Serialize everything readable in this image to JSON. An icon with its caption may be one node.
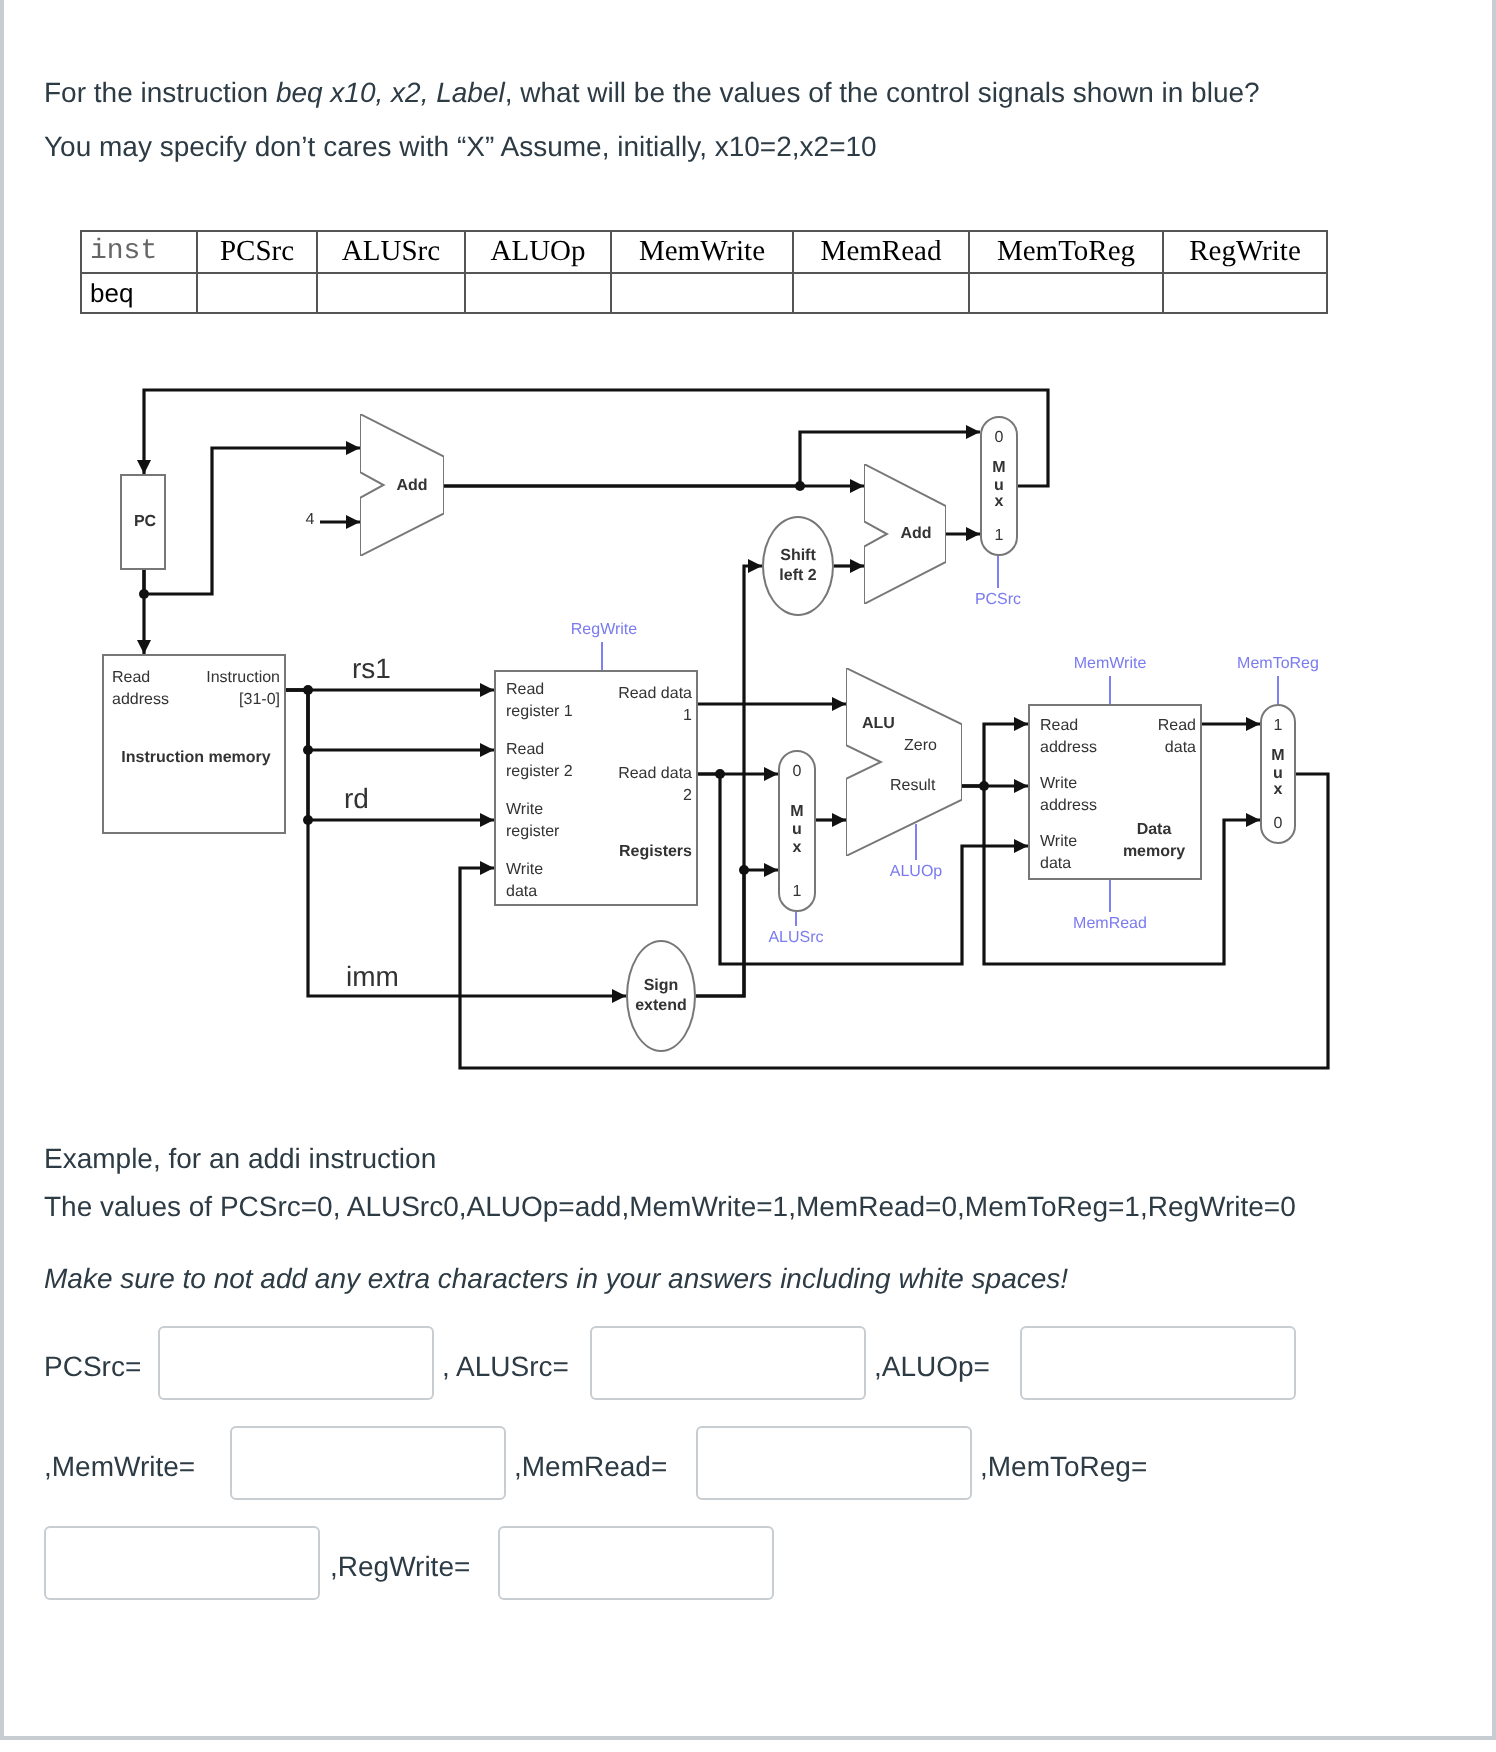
{
  "diagram": {
    "nodes": [
      {
        "text": [
          "PC"
        ]
      },
      {
        "text": [
          "Add"
        ]
      },
      {
        "text": [
          "4"
        ]
      },
      {
        "text": [
          "Add"
        ]
      },
      {
        "text": [
          "Shift left 2"
        ]
      },
      {
        "text": [
          "0",
          "Mux",
          "1"
        ]
      },
      {
        "text": [
          "PCSrc"
        ]
      },
      {
        "text": [
          "Read address",
          "Instruction [31-0]",
          "Instruction memory"
        ]
      },
      {
        "text": [
          "Read register 1",
          "Read data 1",
          "Read register 2",
          "Read data 2",
          "Write register",
          "Write data",
          "Registers"
        ]
      },
      {
        "text": [
          "RegWrite"
        ]
      },
      {
        "text": [
          "Sign extend"
        ]
      },
      {
        "text": [
          "0",
          "Mux",
          "1"
        ]
      },
      {
        "text": [
          "ALUSrc"
        ]
      },
      {
        "text": [
          "ALU",
          "Zero",
          "Result"
        ]
      },
      {
        "text": [
          "ALUOp"
        ]
      },
      {
        "text": [
          "Read address",
          "Read data",
          "Write address",
          "Write data",
          "Data memory"
        ]
      },
      {
        "text": [
          "MemWrite"
        ]
      },
      {
        "text": [
          "MemRead"
        ]
      },
      {
        "text": [
          "1",
          "Mux",
          "0"
        ]
      },
      {
        "text": [
          "MemToReg"
        ]
      }
    ],
    "edges": [
      {
        "from": 5,
        "to": 0,
        "arrow": "to"
      },
      {
        "from": 0,
        "to": 1,
        "arrow": "to"
      },
      {
        "from": 0,
        "to": 7,
        "arrow": "to"
      },
      {
        "from": 2,
        "to": 1,
        "arrow": "to"
      },
      {
        "from": 1,
        "to": 5,
        "arrow": "to"
      },
      {
        "from": 1,
        "to": 3,
        "arrow": "to"
      },
      {
        "from": 4,
        "to": 3,
        "arrow": "to"
      },
      {
        "from": 3,
        "to": 5,
        "arrow": "to"
      },
      {
        "from": 7,
        "to": 8,
        "arrow": "to",
        "label": "rs1"
      },
      {
        "from": 7,
        "to": 8,
        "arrow": "to"
      },
      {
        "from": 7,
        "to": 8,
        "arrow": "to",
        "label": "rd"
      },
      {
        "from": 7,
        "to": 10,
        "arrow": "to",
        "label": "imm"
      },
      {
        "from": 8,
        "to": 13,
        "arrow": "to"
      },
      {
        "from": 8,
        "to": 11,
        "arrow": "to"
      },
      {
        "from": 8,
        "to": 15,
        "arrow": "to"
      },
      {
        "from": 10,
        "to": 11,
        "arrow": "to"
      },
      {
        "from": 10,
        "to": 4,
        "arrow": "to"
      },
      {
        "from": 11,
        "to": 13,
        "arrow": "to"
      },
      {
        "from": 13,
        "to": 15,
        "arrow": "to"
      },
      {
        "from": 13,
        "to": 15,
        "arrow": "to"
      },
      {
        "from": 13,
        "to": 18,
        "arrow": "to"
      },
      {
        "from": 15,
        "to": 18,
        "arrow": "to"
      },
      {
        "from": 18,
        "to": 8,
        "arrow": "to"
      },
      {
        "from": 9,
        "to": 8,
        "arrow": "none",
        "color": "#8080f0"
      },
      {
        "from": 6,
        "to": 5,
        "arrow": "none",
        "color": "#8080f0"
      },
      {
        "from": 12,
        "to": 11,
        "arrow": "none",
        "color": "#8080f0"
      },
      {
        "from": 14,
        "to": 13,
        "arrow": "none",
        "color": "#8080f0"
      },
      {
        "from": 16,
        "to": 15,
        "arrow": "none",
        "color": "#8080f0"
      },
      {
        "from": 17,
        "to": 15,
        "arrow": "none",
        "color": "#8080f0"
      },
      {
        "from": 19,
        "to": 18,
        "arrow": "none",
        "color": "#8080f0"
      }
    ],
    "labels": [
      "For the instruction *beq x10, x2, Label*, what will be the values of the control signals shown in blue?",
      "You may specify don’t cares with “X” Assume, initially, x10=2,x2=10",
      "inst",
      "PCSrc",
      "ALUSrc",
      "ALUOp",
      "MemWrite",
      "MemRead",
      "MemToReg",
      "RegWrite",
      "beq",
      "Example, for an addi instruction",
      "The values of PCSrc=0, ALUSrc0,ALUOp=add,MemWrite=1,MemRead=0,MemToReg=1,RegWrite=0",
      "Make sure to not add any extra characters in your answers including white spaces!",
      "PCSrc=",
      ", ALUSrc=",
      ",ALUOp=",
      ",MemWrite=",
      ",MemRead=",
      ",MemToReg=",
      ",RegWrite="
    ]
  }
}
